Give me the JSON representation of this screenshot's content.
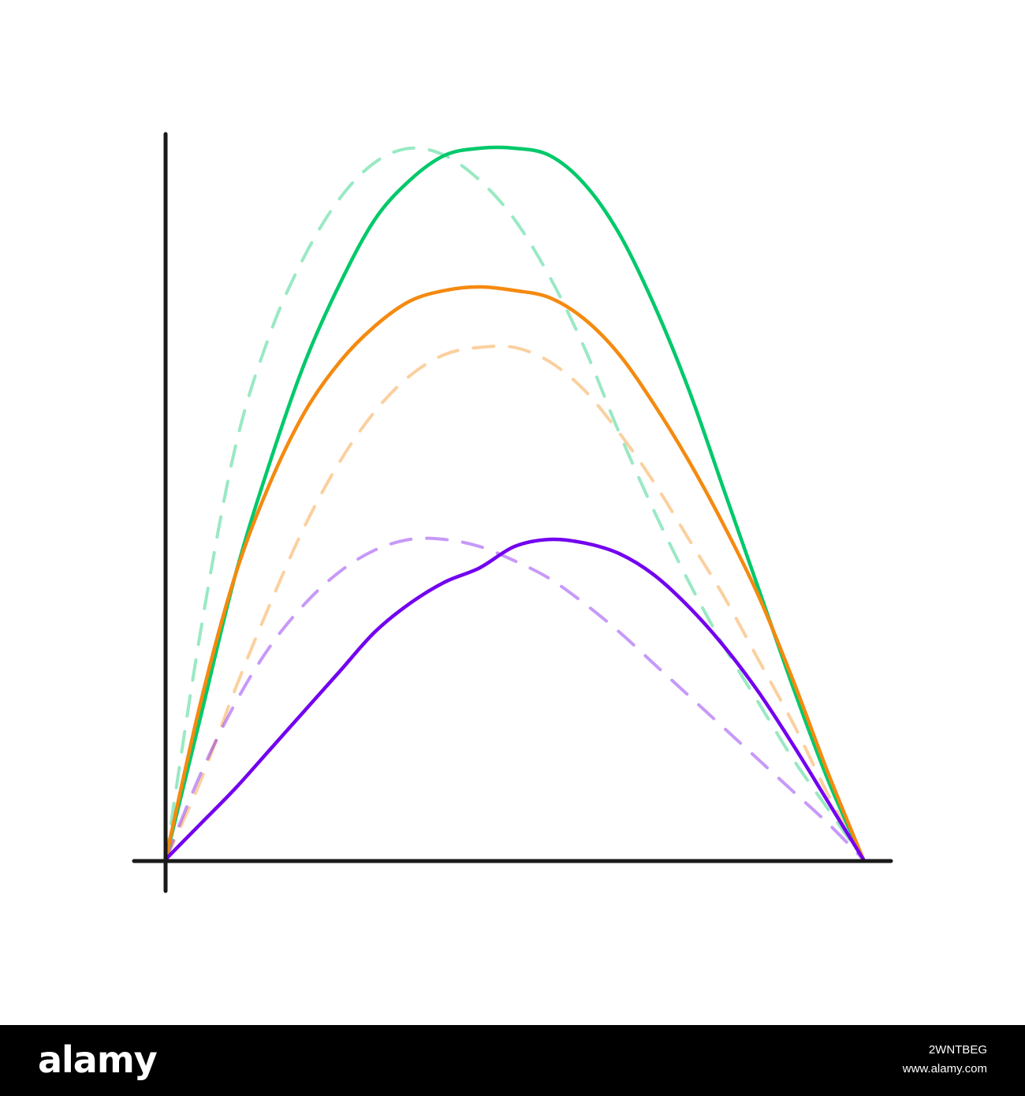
{
  "chart_data": {
    "type": "line",
    "title": "",
    "xlabel": "",
    "ylabel": "",
    "xlim": [
      0,
      1
    ],
    "ylim": [
      0,
      1
    ],
    "grid": false,
    "legend": "none",
    "series": [
      {
        "color": "#00c96a",
        "style": "solid",
        "x": [
          0,
          0.05,
          0.1,
          0.15,
          0.2,
          0.25,
          0.3,
          0.35,
          0.4,
          0.45,
          0.5,
          0.55,
          0.6,
          0.65,
          0.7,
          0.75,
          0.8,
          0.85,
          0.9,
          0.95,
          1
        ],
        "y": [
          0,
          0.2,
          0.4,
          0.56,
          0.7,
          0.81,
          0.9,
          0.955,
          0.99,
          1.0,
          1.0,
          0.99,
          0.95,
          0.88,
          0.78,
          0.66,
          0.52,
          0.38,
          0.24,
          0.11,
          0
        ]
      },
      {
        "color": "#00c96a",
        "style": "dashed",
        "x": [
          0,
          0.05,
          0.1,
          0.15,
          0.2,
          0.25,
          0.3,
          0.35,
          0.4,
          0.45,
          0.5,
          0.55,
          0.6,
          0.65,
          0.7,
          0.75,
          0.8,
          0.85,
          0.9,
          0.95,
          1
        ],
        "y": [
          0,
          0.32,
          0.58,
          0.74,
          0.85,
          0.93,
          0.98,
          1.0,
          0.99,
          0.955,
          0.9,
          0.82,
          0.72,
          0.6,
          0.49,
          0.39,
          0.3,
          0.22,
          0.14,
          0.07,
          0
        ]
      },
      {
        "color": "#f48a0f",
        "style": "solid",
        "x": [
          0,
          0.05,
          0.1,
          0.15,
          0.2,
          0.25,
          0.3,
          0.35,
          0.4,
          0.45,
          0.5,
          0.55,
          0.6,
          0.65,
          0.7,
          0.75,
          0.8,
          0.85,
          0.9,
          0.95,
          1
        ],
        "y": [
          0,
          0.22,
          0.4,
          0.53,
          0.63,
          0.7,
          0.75,
          0.785,
          0.8,
          0.805,
          0.8,
          0.79,
          0.76,
          0.71,
          0.64,
          0.56,
          0.47,
          0.37,
          0.25,
          0.12,
          0
        ]
      },
      {
        "color": "#f48a0f",
        "style": "dashed",
        "x": [
          0,
          0.05,
          0.1,
          0.15,
          0.2,
          0.25,
          0.3,
          0.35,
          0.4,
          0.45,
          0.5,
          0.55,
          0.6,
          0.65,
          0.7,
          0.75,
          0.8,
          0.85,
          0.9,
          0.95,
          1
        ],
        "y": [
          0,
          0.11,
          0.24,
          0.36,
          0.47,
          0.56,
          0.63,
          0.68,
          0.71,
          0.72,
          0.72,
          0.7,
          0.66,
          0.6,
          0.53,
          0.45,
          0.37,
          0.28,
          0.19,
          0.09,
          0
        ]
      },
      {
        "color": "#7300f0",
        "style": "solid",
        "x": [
          0,
          0.05,
          0.1,
          0.15,
          0.2,
          0.25,
          0.3,
          0.35,
          0.4,
          0.45,
          0.5,
          0.55,
          0.6,
          0.65,
          0.7,
          0.75,
          0.8,
          0.85,
          0.9,
          0.95,
          1
        ],
        "y": [
          0,
          0.05,
          0.1,
          0.155,
          0.21,
          0.265,
          0.32,
          0.36,
          0.39,
          0.41,
          0.44,
          0.45,
          0.445,
          0.43,
          0.4,
          0.355,
          0.3,
          0.235,
          0.16,
          0.08,
          0
        ]
      },
      {
        "color": "#7300f0",
        "style": "dashed",
        "x": [
          0,
          0.05,
          0.1,
          0.15,
          0.2,
          0.25,
          0.3,
          0.35,
          0.4,
          0.45,
          0.5,
          0.55,
          0.6,
          0.65,
          0.7,
          0.75,
          0.8,
          0.85,
          0.9,
          0.95,
          1
        ],
        "y": [
          0,
          0.12,
          0.22,
          0.3,
          0.36,
          0.405,
          0.435,
          0.45,
          0.45,
          0.44,
          0.42,
          0.395,
          0.36,
          0.32,
          0.275,
          0.23,
          0.185,
          0.14,
          0.095,
          0.05,
          0
        ]
      }
    ]
  },
  "branding": {
    "logo_text": "alamy",
    "image_id": "2WNTBEG",
    "url": "www.alamy.com"
  }
}
